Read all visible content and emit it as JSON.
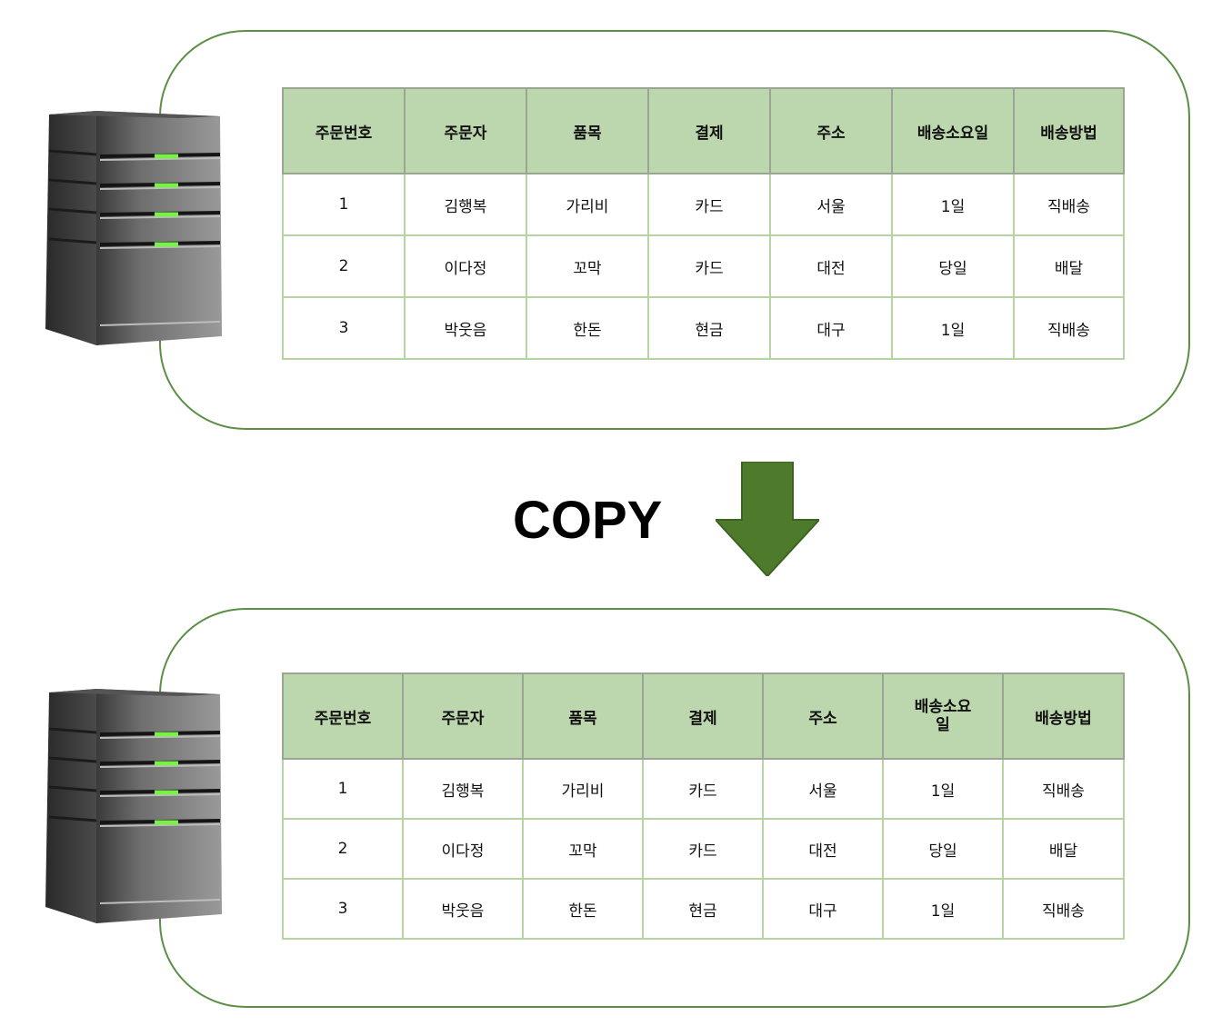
{
  "copy_label": "COPY",
  "colors": {
    "panel_border": "#5b8f44",
    "header_fill": "#bcd6ad",
    "cell_border": "#b5d4a2",
    "arrow": "#4e7a2c",
    "led": "#7cf04a"
  },
  "icons": {
    "server": "server-icon",
    "arrow": "arrow-down-icon"
  },
  "source_table": {
    "headers": [
      "주문번호",
      "주문자",
      "품목",
      "결제",
      "주소",
      "배송소요일",
      "배송방법"
    ],
    "rows": [
      [
        "1",
        "김행복",
        "가리비",
        "카드",
        "서울",
        "1일",
        "직배송"
      ],
      [
        "2",
        "이다정",
        "꼬막",
        "카드",
        "대전",
        "당일",
        "배달"
      ],
      [
        "3",
        "박웃음",
        "한돈",
        "현금",
        "대구",
        "1일",
        "직배송"
      ]
    ]
  },
  "target_table": {
    "headers": [
      "주문번호",
      "주문자",
      "품목",
      "결제",
      "주소",
      "배송소요\n일",
      "배송방법"
    ],
    "rows": [
      [
        "1",
        "김행복",
        "가리비",
        "카드",
        "서울",
        "1일",
        "직배송"
      ],
      [
        "2",
        "이다정",
        "꼬막",
        "카드",
        "대전",
        "당일",
        "배달"
      ],
      [
        "3",
        "박웃음",
        "한돈",
        "현금",
        "대구",
        "1일",
        "직배송"
      ]
    ]
  }
}
